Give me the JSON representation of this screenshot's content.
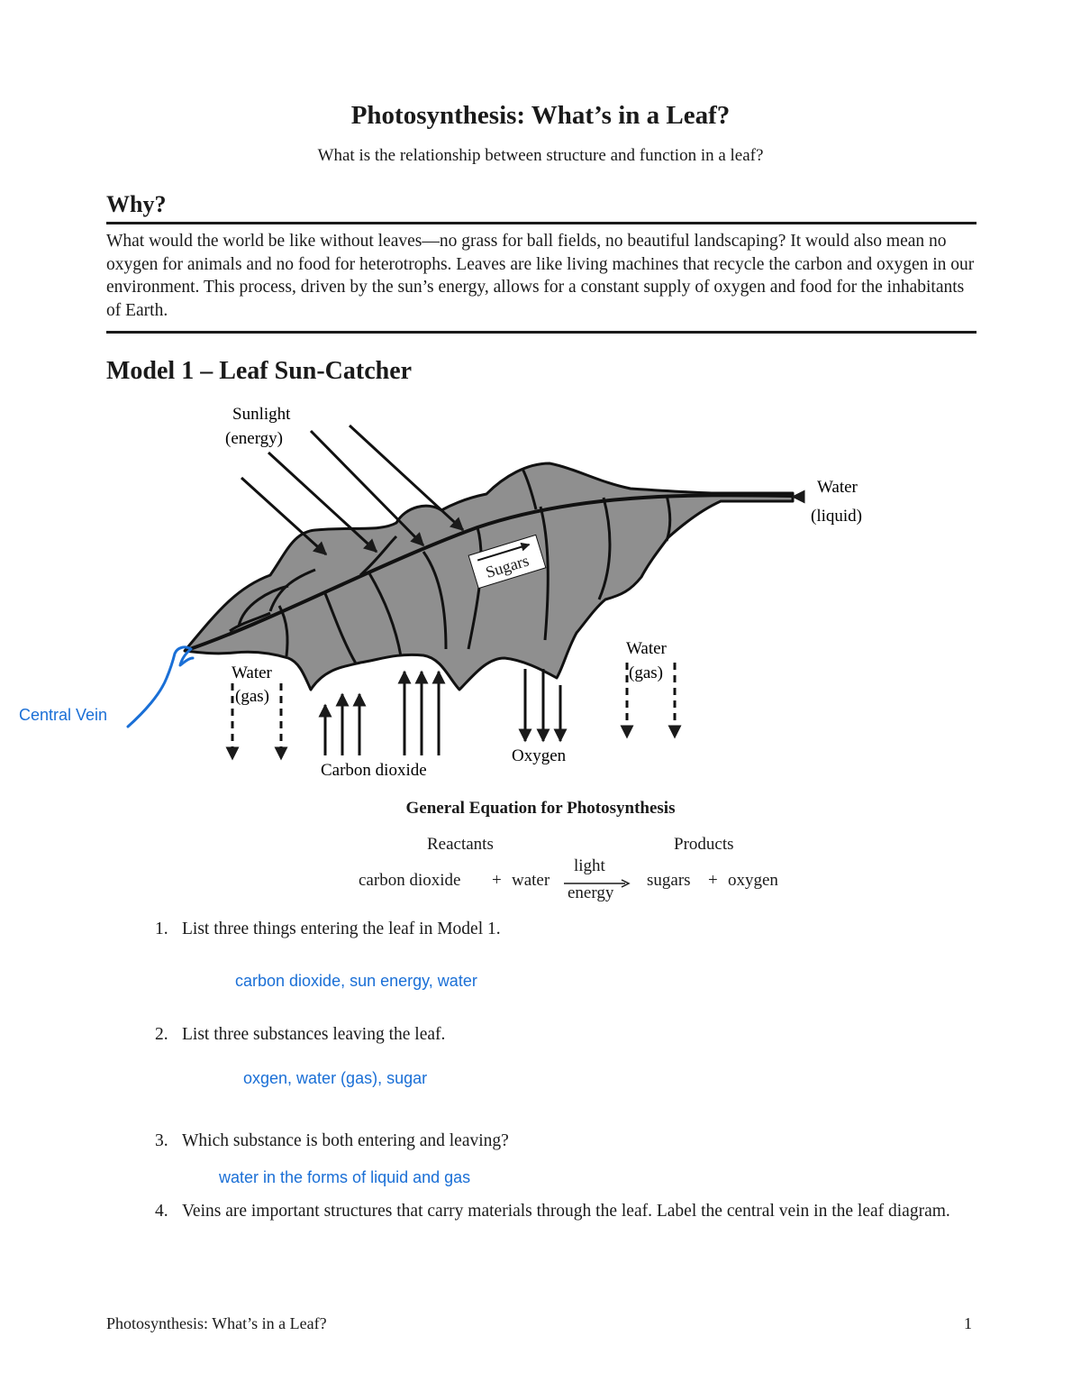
{
  "header": {
    "title": "Photosynthesis: What’s in a Leaf?",
    "subtitle": "What is the relationship between structure and function in a leaf?"
  },
  "why": {
    "heading": "Why?",
    "text": "What would the world be like without leaves—no grass for ball fields, no beautiful landscaping? It would also mean no oxygen for animals and no food for heterotrophs. Leaves are like living machines that recycle the carbon and oxygen in our environment. This process, driven by the sun’s energy, allows for a constant supply of oxygen and food for the inhabitants of Earth."
  },
  "model": {
    "title": "Model 1 – Leaf Sun-Catcher",
    "labels": {
      "sunlight_line1": "Sunlight",
      "sunlight_line2": "(energy)",
      "water_liquid_line1": "Water",
      "water_liquid_line2": "(liquid)",
      "sugars": "Sugars",
      "water_gas_left_line1": "Water",
      "water_gas_left_line2": "(gas)",
      "water_gas_right_line1": "Water",
      "water_gas_right_line2": "(gas)",
      "carbon_dioxide": "Carbon dioxide",
      "oxygen": "Oxygen",
      "central_vein": "Central Vein"
    },
    "colors": {
      "leaf_fill": "#8f8f8f",
      "annotation_blue": "#1a6fd6"
    }
  },
  "equation": {
    "title": "General Equation for Photosynthesis",
    "reactants_label": "Reactants",
    "products_label": "Products",
    "reactant1": "carbon dioxide",
    "plus1": "+",
    "reactant2": "water",
    "arrow_top": "light",
    "arrow_bottom": "energy",
    "product1": "sugars",
    "plus2": "+",
    "product2": "oxygen"
  },
  "questions": [
    {
      "number": "1.",
      "text": "List three things entering the leaf in Model 1.",
      "answer": "carbon dioxide, sun energy, water"
    },
    {
      "number": "2.",
      "text": "List three substances leaving the leaf.",
      "answer": "oxgen, water (gas), sugar"
    },
    {
      "number": "3.",
      "text": "Which substance is both entering and leaving?",
      "answer": "water in the forms of liquid and gas"
    },
    {
      "number": "4.",
      "text": "Veins are important structures that carry materials through the leaf. Label the central vein in the leaf diagram."
    }
  ],
  "footer": {
    "left": "Photosynthesis: What’s in a Leaf?",
    "page": "1"
  }
}
